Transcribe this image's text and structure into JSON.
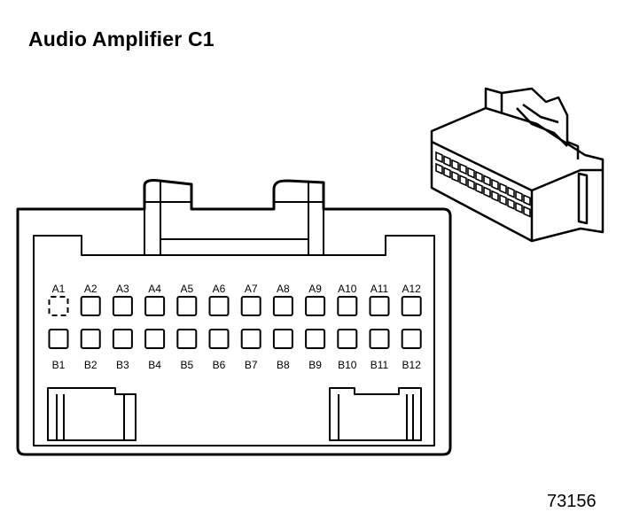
{
  "title": "Audio Amplifier C1",
  "figure_id": "73156",
  "connector": {
    "row_a": [
      "A1",
      "A2",
      "A3",
      "A4",
      "A5",
      "A6",
      "A7",
      "A8",
      "A9",
      "A10",
      "A11",
      "A12"
    ],
    "row_b": [
      "B1",
      "B2",
      "B3",
      "B4",
      "B5",
      "B6",
      "B7",
      "B8",
      "B9",
      "B10",
      "B11",
      "B12"
    ]
  },
  "colors": {
    "line": "#000000",
    "background": "#ffffff"
  }
}
